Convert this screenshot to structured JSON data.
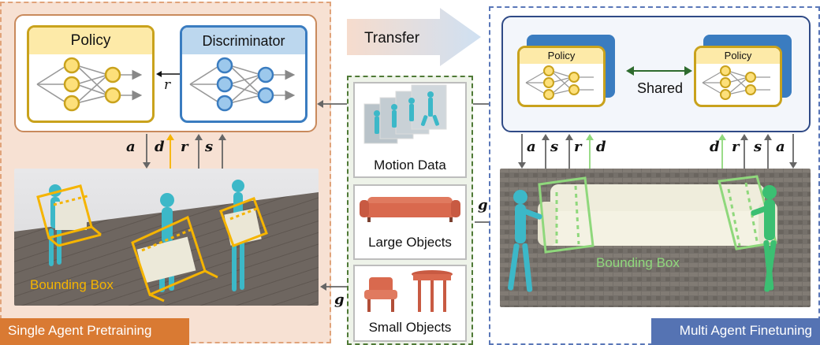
{
  "left_panel": {
    "label": "Single Agent Pretraining",
    "policy_title": "Policy",
    "discriminator_title": "Discriminator",
    "reward_symbol": "r",
    "signals": [
      "a",
      "d",
      "r",
      "s"
    ],
    "goal_symbol": "g",
    "bounding_box_label": "Bounding Box"
  },
  "transfer_label": "Transfer",
  "center_panel": {
    "motion_label": "Motion Data",
    "large_label": "Large Objects",
    "small_label": "Small Objects",
    "goal_symbol": "g"
  },
  "right_panel": {
    "label": "Multi Agent Finetuning",
    "policy_left": "Policy",
    "policy_right": "Policy",
    "shared_label": "Shared",
    "signals_left": [
      "a",
      "s",
      "r",
      "d"
    ],
    "signals_right": [
      "d",
      "r",
      "s",
      "a"
    ],
    "bounding_box_label": "Bounding Box"
  },
  "colors": {
    "orange_accent": "#d97a33",
    "blue_accent": "#5573b3",
    "policy_border": "#c9a21c",
    "policy_header": "#fdeaa8",
    "disc_border": "#3a7cc0",
    "disc_header": "#bcd7ee",
    "green_dashed": "#4f7a36",
    "bbox_orange": "#f5b400",
    "bbox_green": "#8fd87c",
    "arrow_gray": "#666666",
    "agent_cyan": "#3cb8c8",
    "agent_green": "#3bbf72"
  }
}
